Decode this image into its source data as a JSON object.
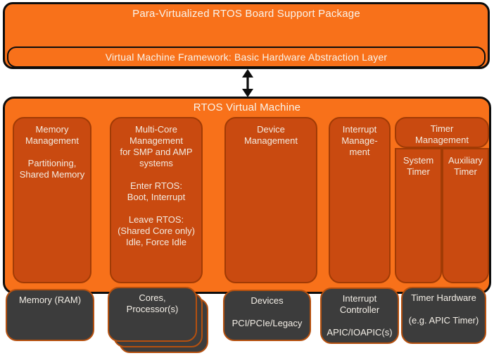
{
  "diagram": {
    "top": {
      "title": "Para-Virtualized RTOS Board Support Package",
      "hal_label": "Virtual Machine Framework: Basic Hardware Abstraction Layer"
    },
    "link": {
      "icon": "double-headed-vertical-arrow",
      "color": "#0d0d0d"
    },
    "vm": {
      "title": "RTOS Virtual Machine",
      "modules": {
        "memory": "Memory\nManagement\n\nPartitioning,\nShared Memory",
        "multicore": "Multi-Core\nManagement\nfor SMP and AMP\nsystems\n\nEnter RTOS:\nBoot, Interrupt\n\nLeave RTOS:\n(Shared Core only)\nIdle, Force Idle",
        "device": "Device\nManagement",
        "interrupt": "Interrupt\nManage-\nment",
        "timer_header": "Timer\nManagement",
        "system_timer": "System\nTimer",
        "auxiliary_timer": "Auxiliary\nTimer"
      }
    },
    "hardware": {
      "memory": "Memory (RAM)",
      "cores": "Cores,\nProcessor(s)",
      "devices": "Devices\n\nPCI/PCIe/Legacy",
      "interrupt_controller": "Interrupt\nController\n\nAPIC/IOAPIC(s)",
      "timer": "Timer Hardware\n\n(e.g. APIC Timer)"
    },
    "colors": {
      "bright_orange": "#F8711A",
      "rust_orange": "#C94A10",
      "rust_border": "#A13B05",
      "dark_gray": "#3C3C3C",
      "gray_border": "#B5500F",
      "outline_black": "#0d0d0d",
      "text_light": "#F3EBE1"
    }
  }
}
